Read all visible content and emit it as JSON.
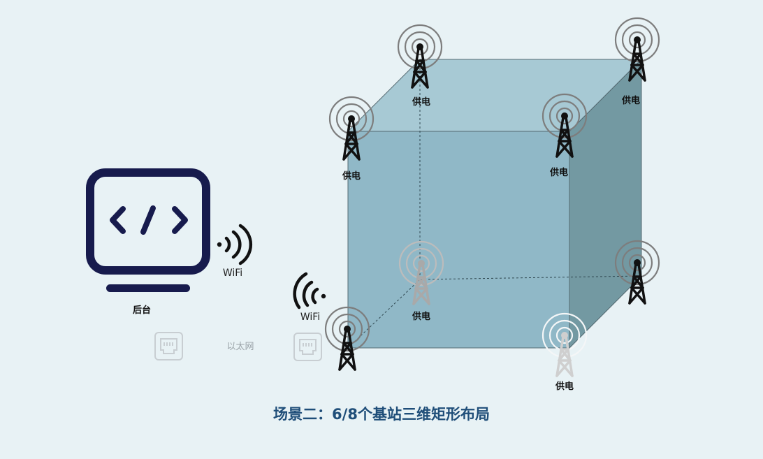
{
  "colors": {
    "background": "#e8f2f5",
    "cube_front": "#90b8c7",
    "cube_top": "#a7c9d4",
    "cube_side": "#7399a2",
    "monitor": "#171b4d",
    "caption": "#1f4e79",
    "tower_dark": "#111111",
    "tower_gray": "#a9a9a9",
    "tower_light": "#cfcfcf"
  },
  "backend": {
    "label": "后台",
    "icon": "code-monitor-icon"
  },
  "wifi": {
    "left_label": "WiFi",
    "right_label": "WiFi",
    "icon": "wifi-signal-icon"
  },
  "ethernet": {
    "label": "以太网",
    "icon": "ethernet-port-icon"
  },
  "towers": [
    {
      "id": "top-back-left",
      "label": "供电",
      "tone": "dark"
    },
    {
      "id": "top-back-right",
      "label": "供电",
      "tone": "dark"
    },
    {
      "id": "top-front-left",
      "label": "供电",
      "tone": "dark"
    },
    {
      "id": "top-front-right",
      "label": "供电",
      "tone": "dark"
    },
    {
      "id": "bottom-back-left",
      "label": "供电",
      "tone": "gray"
    },
    {
      "id": "bottom-back-right",
      "label": "",
      "tone": "dark"
    },
    {
      "id": "bottom-front-left",
      "label": "",
      "tone": "dark"
    },
    {
      "id": "bottom-front-right",
      "label": "供电",
      "tone": "light"
    }
  ],
  "caption": "场景二：6/8个基站三维矩形布局"
}
